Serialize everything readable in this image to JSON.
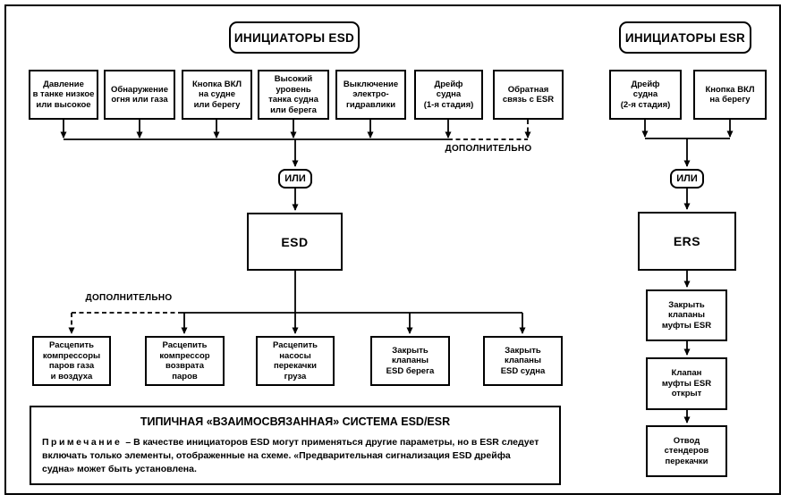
{
  "left": {
    "header": "ИНИЦИАТОРЫ ESD",
    "initiators": [
      "Давление\nв танке низкое\nили высокое",
      "Обнаружение\nогня или газа",
      "Кнопка ВКЛ\nна судне\nили берегу",
      "Высокий\nуровень\nтанка судна\nили берега",
      "Выключение\nэлектро-\nгидравлики",
      "Дрейф\nсудна\n(1-я стадия)",
      "Обратная\nсвязь с ESR"
    ],
    "esd_label": "ESD",
    "actions": [
      "Расцепить\nкомпрессоры\nпаров газа\nи воздуха",
      "Расцепить\nкомпрессор\nвозврата\nпаров",
      "Расцепить\nнасосы\nперекачки\nгруза",
      "Закрыть\nклапаны\nESD берега",
      "Закрыть\nклапаны\nESD судна"
    ]
  },
  "right": {
    "header": "ИНИЦИАТОРЫ ESR",
    "initiators": [
      "Дрейф\nсудна\n(2-я стадия)",
      "Кнопка ВКЛ\nна берегу"
    ],
    "ers_label": "ERS",
    "actions": [
      "Закрыть\nклапаны\nмуфты ESR",
      "Клапан\nмуфты ESR\nоткрыт",
      "Отвод\nстендеров\nперекачки"
    ]
  },
  "labels": {
    "or_left": "ИЛИ",
    "or_right": "ИЛИ",
    "optional_top": "ДОПОЛНИТЕЛЬНО",
    "optional_bottom": "ДОПОЛНИТЕЛЬНО"
  },
  "note": {
    "title": "ТИПИЧНАЯ «ВЗАИМОСВЯЗАННАЯ» СИСТЕМА ESD/ESR",
    "label": "Примечание",
    "text": "– В качестве инициаторов ESD могут применяться другие параметры, но в ESR следует\nвключать только элементы, отображенные на схеме. «Предварительная сигнализация ESD дрейфа\nсудна» может быть установлена."
  },
  "colors": {
    "line": "#000000",
    "background": "#ffffff"
  }
}
